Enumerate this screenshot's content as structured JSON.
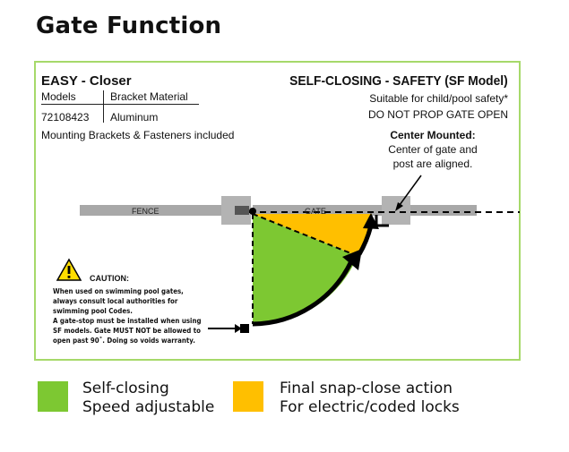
{
  "title": "Gate Function",
  "product": {
    "name": "EASY - Closer",
    "models_header": "Models",
    "bracket_header": "Bracket Material",
    "model_number": "72108423",
    "bracket_material": "Aluminum",
    "mounting_note": "Mounting Brackets & Fasteners included"
  },
  "safety": {
    "title": "SELF-CLOSING - SAFETY (SF Model)",
    "line1": "Suitable for child/pool safety*",
    "line2": "DO NOT PROP GATE OPEN"
  },
  "center_mounted": {
    "title": "Center Mounted:",
    "line1": "Center of gate and",
    "line2": "post are aligned."
  },
  "diagram_labels": {
    "fence": "FENCE",
    "gate": "GATE"
  },
  "caution": {
    "title": "CAUTION:",
    "text": "When used on swimming pool gates,\nalways consult local authorities for\nswimming pool Codes.\nA gate-stop must be installed when using\nSF models. Gate MUST NOT be allowed to\nopen past 90˚. Doing so voids warranty."
  },
  "legend": [
    {
      "color": "#7dc832",
      "line1": "Self-closing",
      "line2": "Speed adjustable"
    },
    {
      "color": "#ffbf00",
      "line1": "Final snap-close action",
      "line2": "For electric/coded locks"
    }
  ],
  "colors": {
    "green": "#7dc832",
    "orange": "#ffbf00",
    "panel_border": "#a6d96a",
    "post_gray": "#b3b3b3",
    "rail_gray": "#a8a8a8"
  }
}
